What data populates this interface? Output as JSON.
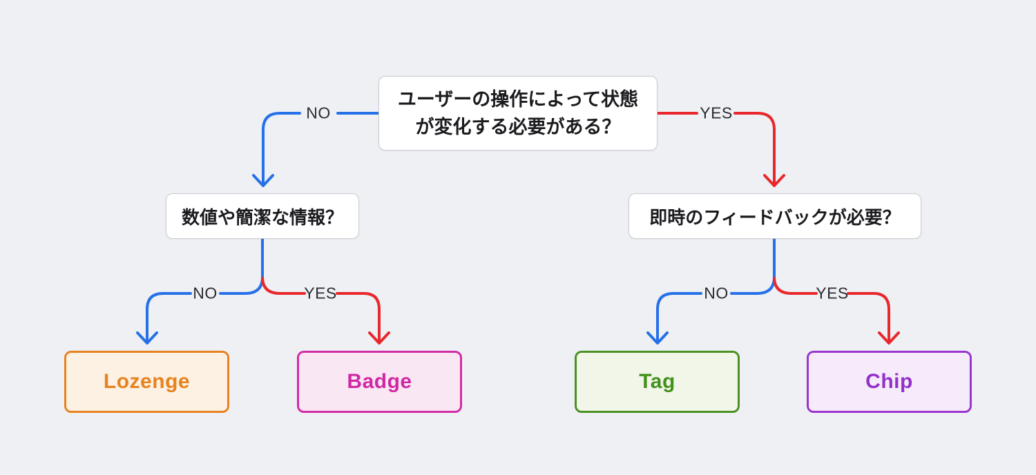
{
  "colors": {
    "no_branch": "#2671E8",
    "yes_branch": "#E8282C",
    "background": "#EEF0F4",
    "question_border": "#C9CCD2"
  },
  "labels": {
    "no": "NO",
    "yes": "YES"
  },
  "nodes": {
    "root": {
      "lines": [
        "ユーザーの操作によって状態",
        "が変化する必要がある？"
      ]
    },
    "left_question": {
      "label": "数値や簡潔な情報？"
    },
    "right_question": {
      "label": "即時のフィードバックが必要？"
    },
    "lozenge": {
      "label": "Lozenge",
      "border_color": "#E8821E",
      "fill_color": "#FCF1E2",
      "text_color": "#E8821E"
    },
    "badge": {
      "label": "Badge",
      "border_color": "#D12CA6",
      "fill_color": "#FAE7F4",
      "text_color": "#CF28A4"
    },
    "tag": {
      "label": "Tag",
      "border_color": "#4A9122",
      "fill_color": "#F1F6E8",
      "text_color": "#44901C"
    },
    "chip": {
      "label": "Chip",
      "border_color": "#9A35CE",
      "fill_color": "#F6EBFB",
      "text_color": "#9330C9"
    }
  }
}
